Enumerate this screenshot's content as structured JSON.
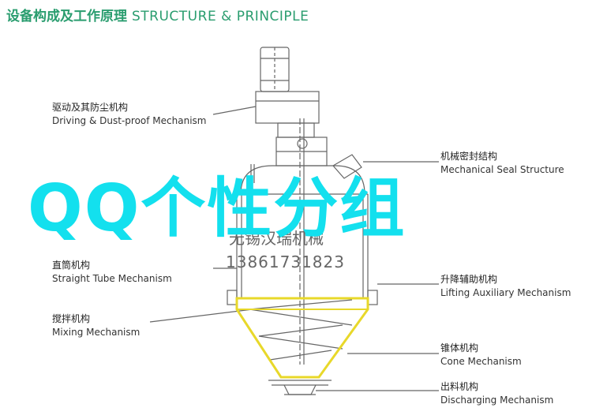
{
  "header": {
    "title_cn": "设备构成及工作原理",
    "title_en": "STRUCTURE & PRINCIPLE"
  },
  "labels": {
    "drive": {
      "cn": "驱动及其防尘机构",
      "en": "Driving & Dust-proof Mechanism"
    },
    "seal": {
      "cn": "机械密封结构",
      "en": "Mechanical Seal Structure"
    },
    "straight": {
      "cn": "直筒机构",
      "en": "Straight Tube Mechanism"
    },
    "lifting": {
      "cn": "升降辅助机构",
      "en": "Lifting Auxiliary Mechanism"
    },
    "mixing": {
      "cn": "搅拌机构",
      "en": "Mixing Mechanism"
    },
    "cone": {
      "cn": "锥体机构",
      "en": "Cone Mechanism"
    },
    "discharge": {
      "cn": "出料机构",
      "en": "Discharging Mechanism"
    }
  },
  "watermark": {
    "name": "无锡汉瑞机械",
    "phone": "13861731823"
  },
  "overlay_text": "QQ个性分组",
  "colors": {
    "accent": "#2a9d6f",
    "overlay": "#13e0ee",
    "cone_outline": "#e8d82a",
    "line": "#666666"
  }
}
